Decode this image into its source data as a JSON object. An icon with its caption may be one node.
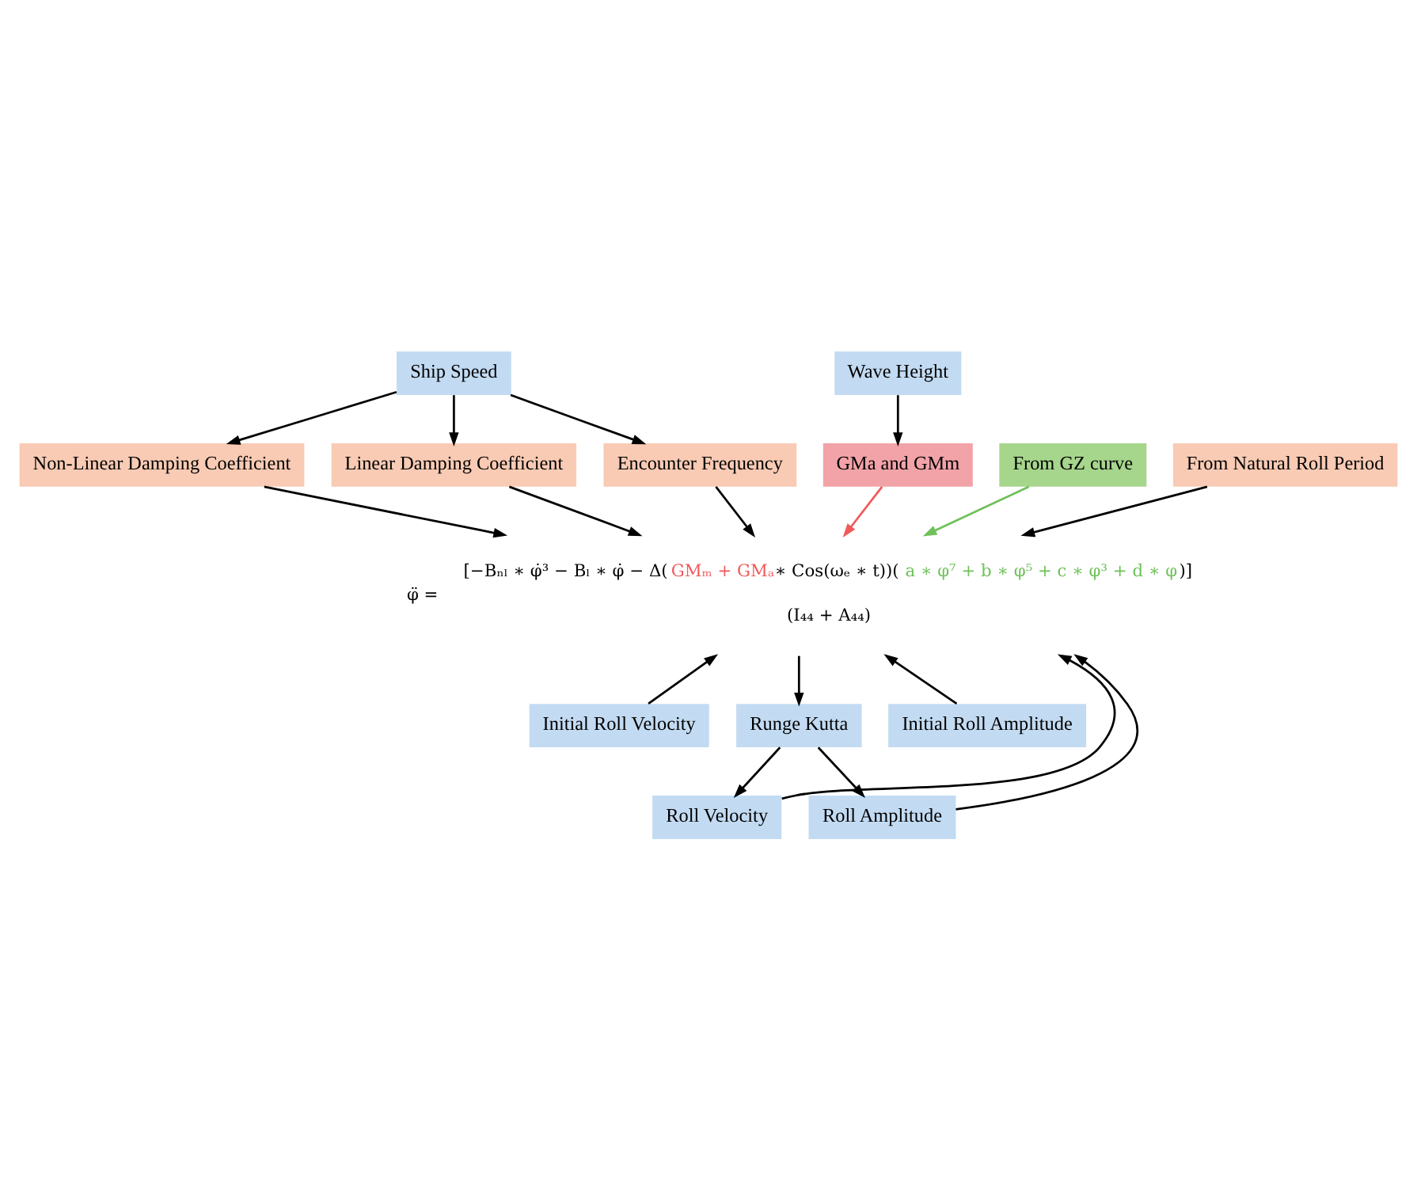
{
  "diagram": {
    "nodes": [
      {
        "text": [
          "Ship Speed"
        ]
      },
      {
        "text": [
          "Wave Height"
        ]
      },
      {
        "text": [
          "Non-Linear Damping Coefficient"
        ]
      },
      {
        "text": [
          "Linear Damping Coefficient"
        ]
      },
      {
        "text": [
          "Encounter Frequency"
        ]
      },
      {
        "text": [
          "GMa and GMm"
        ]
      },
      {
        "text": [
          "From GZ curve"
        ]
      },
      {
        "text": [
          "From Natural Roll Period"
        ]
      },
      {
        "text": [
          "φ̈ =",
          "[−Bₙₗ ∗ φ̇³ − Bₗ ∗ φ̇ − Δ(",
          "GMₘ + GMₐ",
          " ∗ Cos(ωₑ ∗ t))(",
          "a ∗ φ⁷ + b ∗ φ⁵ + c ∗ φ³ + d ∗ φ",
          ")]",
          "(I₄₄ + A₄₄)"
        ]
      },
      {
        "text": [
          "Initial Roll Velocity"
        ]
      },
      {
        "text": [
          "Runge Kutta"
        ]
      },
      {
        "text": [
          "Initial Roll Amplitude"
        ]
      },
      {
        "text": [
          "Roll Velocity"
        ]
      },
      {
        "text": [
          "Roll Amplitude"
        ]
      }
    ],
    "edges": [
      {
        "from": 0,
        "to": 2,
        "arrow": "to"
      },
      {
        "from": 0,
        "to": 3,
        "arrow": "to"
      },
      {
        "from": 0,
        "to": 4,
        "arrow": "to"
      },
      {
        "from": 1,
        "to": 5,
        "arrow": "to"
      },
      {
        "from": 2,
        "to": 8,
        "arrow": "to"
      },
      {
        "from": 3,
        "to": 8,
        "arrow": "to"
      },
      {
        "from": 5,
        "to": 8,
        "arrow": "to",
        "color": "#f05a5a"
      },
      {
        "from": 4,
        "to": 8,
        "arrow": "to"
      },
      {
        "from": 6,
        "to": 8,
        "arrow": "to",
        "color": "#70c15a"
      },
      {
        "from": 7,
        "to": 8,
        "arrow": "to"
      },
      {
        "from": 9,
        "to": 8,
        "arrow": "to"
      },
      {
        "from": 8,
        "to": 10,
        "arrow": "to"
      },
      {
        "from": 11,
        "to": 8,
        "arrow": "to"
      },
      {
        "from": 10,
        "to": 12,
        "arrow": "to"
      },
      {
        "from": 10,
        "to": 13,
        "arrow": "to"
      },
      {
        "from": 12,
        "to": 8,
        "arrow": "to"
      },
      {
        "from": 13,
        "to": 8,
        "arrow": "to"
      }
    ]
  }
}
